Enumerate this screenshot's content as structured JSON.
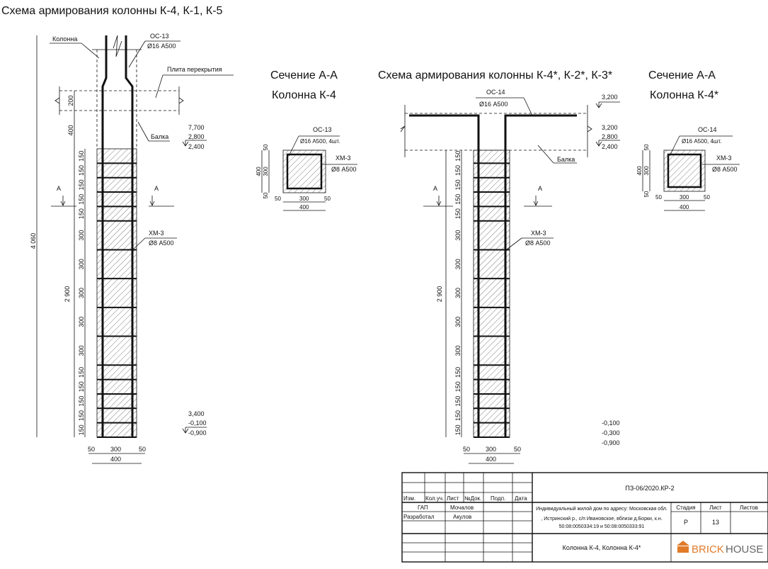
{
  "titles": {
    "left_scheme": "Схема армирования колонны К-4, К-1, К-5",
    "section_left_1": "Сечение А-А",
    "section_left_2": "Колонна К-4",
    "right_scheme": "Схема армирования колонны К-4*, К-2*, К-3*",
    "section_right_1": "Сечение А-А",
    "section_right_2": "Колонна К-4*"
  },
  "left_drawing": {
    "column_label": "Колонна",
    "rebar_mark": "ОС-13",
    "rebar_spec": "Ø16 А500",
    "slab_label": "Плита перекрытия",
    "beam_label": "Балка",
    "mesh_mark": "ХМ-3",
    "mesh_spec": "Ø8 А500",
    "levels_top": [
      "7,700",
      "2,800",
      "2,400"
    ],
    "levels_bottom": [
      "3,400",
      "-0,100",
      "-0,900"
    ],
    "dim_total": "4 060",
    "dim_lower": "2 900",
    "dim_slab": "200",
    "dim_gap": "400",
    "spacing": [
      "150",
      "150",
      "150",
      "150",
      "150",
      "300",
      "300",
      "300",
      "300",
      "300",
      "150",
      "150",
      "150",
      "150",
      "150"
    ],
    "dim_bottom": [
      "50",
      "300",
      "50",
      "400"
    ],
    "section_mark": "А"
  },
  "left_section": {
    "rebar": "ОС-13",
    "rebar_spec": "Ø16 А500, 4шт.",
    "mesh": "ХМ-3",
    "mesh_spec": "Ø8 А500",
    "dims_v": [
      "400",
      "50",
      "300",
      "50"
    ],
    "dims_h": [
      "50",
      "300",
      "50",
      "400"
    ]
  },
  "right_drawing": {
    "rebar_mark": "ОС-14",
    "rebar_spec": "Ø16 А500",
    "beam_label": "Балка",
    "mesh_mark": "ХМ-3",
    "mesh_spec": "Ø8 А500",
    "level_top": "3,200",
    "levels_top": [
      "3,200",
      "2,800",
      "2,400"
    ],
    "levels_bottom": [
      "-0,100",
      "-0,300",
      "-0,900"
    ],
    "dim_lower": "2 900",
    "spacing": [
      "150",
      "150",
      "150",
      "150",
      "150",
      "300",
      "300",
      "300",
      "300",
      "300",
      "150",
      "150",
      "150",
      "150",
      "150"
    ],
    "dim_bottom": [
      "50",
      "300",
      "50",
      "400"
    ],
    "section_mark": "А"
  },
  "right_section": {
    "rebar": "ОС-14",
    "rebar_spec": "Ø16 А500, 4шт.",
    "mesh": "ХМ-3",
    "mesh_spec": "Ø8 А500",
    "dims_v": [
      "400",
      "50",
      "300",
      "50"
    ],
    "dims_h": [
      "50",
      "300",
      "50",
      "400"
    ]
  },
  "title_block": {
    "headers": [
      "Изм.",
      "Кол.уч.",
      "Лист",
      "№Док.",
      "Подп.",
      "Дата"
    ],
    "role1": "ГАП",
    "name1": "Мочалов",
    "role2": "Разработал",
    "name2": "Акулов",
    "code": "ПЗ-06/2020.КР-2",
    "address_1": "Индивидуальный жилой дом по адресу: Московская обл.",
    "address_2": ", Истринский р., с/п Ивановское, вблизи д.Борки, к.н.",
    "address_3": "50:08:0050334:19 и 50:08:0050333:91",
    "stage_label": "Стадия",
    "sheet_label": "Лист",
    "sheets_label": "Листов",
    "stage": "Р",
    "sheet": "13",
    "sheet_title": "Колонна К-4, Колонна К-4*",
    "logo_brick": "BRICK",
    "logo_house": "HOUSE",
    "logo_color": "#e07b2a"
  }
}
